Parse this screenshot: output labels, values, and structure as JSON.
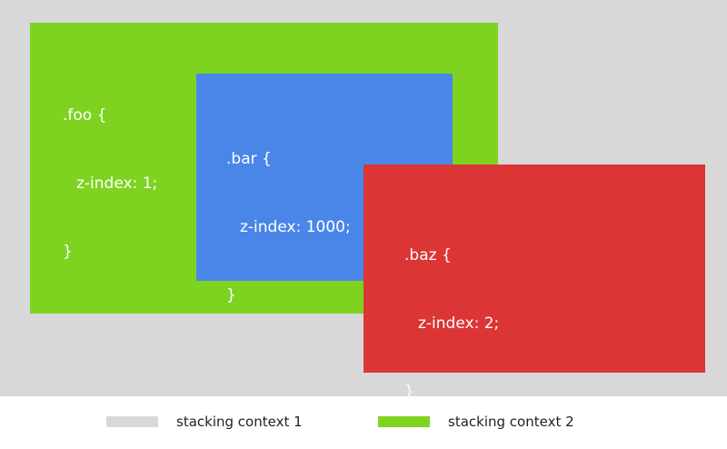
{
  "colors": {
    "context_1": "#d8d8d8",
    "context_2": "#7ed321",
    "bar": "#4a86e8",
    "baz": "#dc3535"
  },
  "boxes": {
    "foo": {
      "selector": ".foo {",
      "declaration": "z-index: 1;",
      "close": "}"
    },
    "bar": {
      "selector": ".bar {",
      "declaration": "z-index: 1000;",
      "close": "}"
    },
    "baz": {
      "selector": ".baz {",
      "declaration": "z-index: 2;",
      "close": "}"
    }
  },
  "legend": [
    {
      "label": "stacking context 1",
      "color": "#d8d8d8"
    },
    {
      "label": "stacking context 2",
      "color": "#7ed321"
    }
  ]
}
